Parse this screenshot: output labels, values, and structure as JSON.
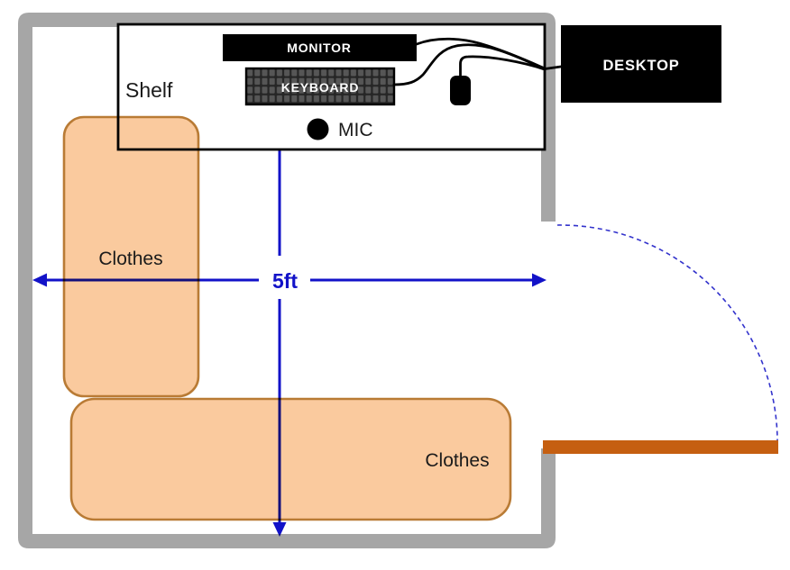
{
  "diagram": {
    "type": "room-layout-floorplan",
    "dimension_label": "5ft"
  },
  "shelf": {
    "label": "Shelf",
    "items": {
      "monitor_label": "MONITOR",
      "keyboard_label": "KEYBOARD",
      "mic_label": "MIC"
    }
  },
  "desktop": {
    "label": "DESKTOP"
  },
  "clothes": {
    "vertical_label": "Clothes",
    "horizontal_label": "Clothes"
  },
  "colors": {
    "wall_gray": "#a6a6a6",
    "clothes_fill": "#faca9e",
    "clothes_border": "#b97b35",
    "door_orange": "#c55f11",
    "dimension_blue": "#1212c8",
    "arc_blue": "#3333cc",
    "device_black": "#000000",
    "white": "#ffffff"
  }
}
